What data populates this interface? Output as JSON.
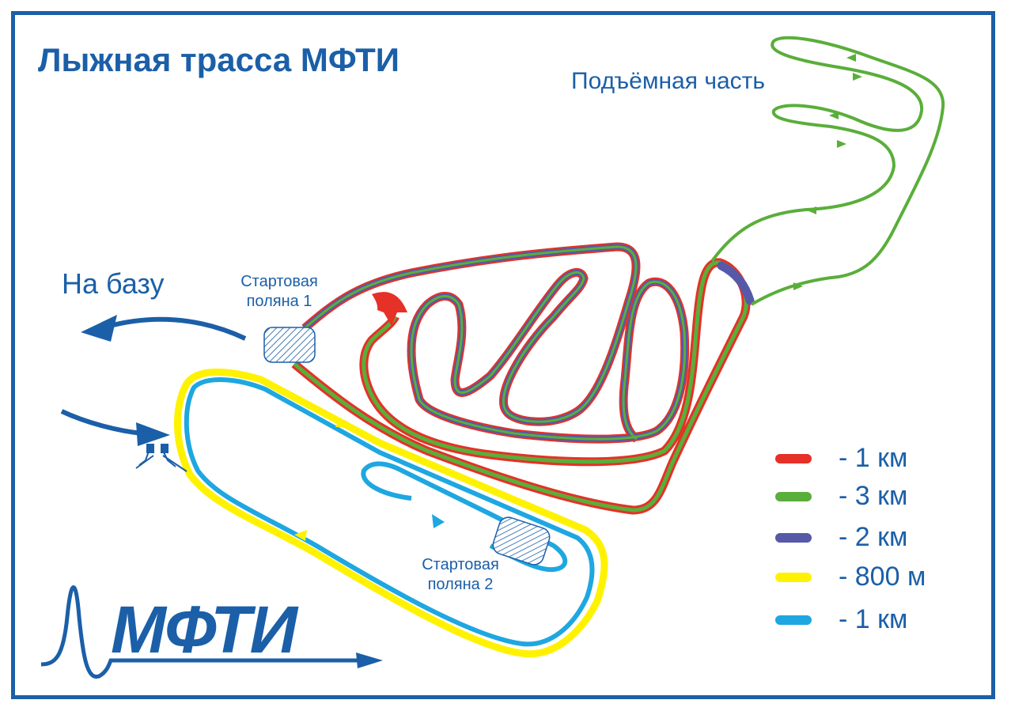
{
  "map": {
    "title": "Лыжная трасса МФТИ",
    "labels": {
      "climb": "Подъёмная часть",
      "to_base": "На базу",
      "start1_line1": "Стартовая",
      "start1_line2": "поляна 1",
      "start2_line1": "Стартовая",
      "start2_line2": "поляна 2"
    },
    "legend": [
      {
        "color": "#e53127",
        "label": "- 1 км"
      },
      {
        "color": "#5aae3a",
        "label": "- 3 км"
      },
      {
        "color": "#5559a8",
        "label": "- 2 км"
      },
      {
        "color": "#fff200",
        "label": "- 800 м"
      },
      {
        "color": "#1ea7e1",
        "label": "- 1 км"
      }
    ],
    "logo": {
      "text": "МФТИ"
    },
    "colors": {
      "frame": "#1b5fa8",
      "red": "#e53127",
      "green": "#5aae3a",
      "purple": "#5559a8",
      "yellow": "#fff200",
      "blue": "#1ea7e1",
      "arrow": "#1b5fa8"
    }
  }
}
